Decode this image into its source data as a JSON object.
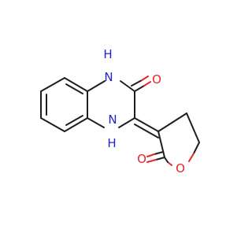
{
  "molecule": {
    "atom_labels": {
      "n1": "N",
      "h1": "H",
      "n4": "N",
      "h4": "H",
      "o_ketone": "O",
      "o_lactone_carbonyl": "O",
      "o_ring": "O"
    }
  },
  "colors": {
    "carbon_bond": "#1e1e1e",
    "nitrogen": "#2424cc",
    "oxygen": "#e8232a",
    "background": "#ffffff"
  }
}
